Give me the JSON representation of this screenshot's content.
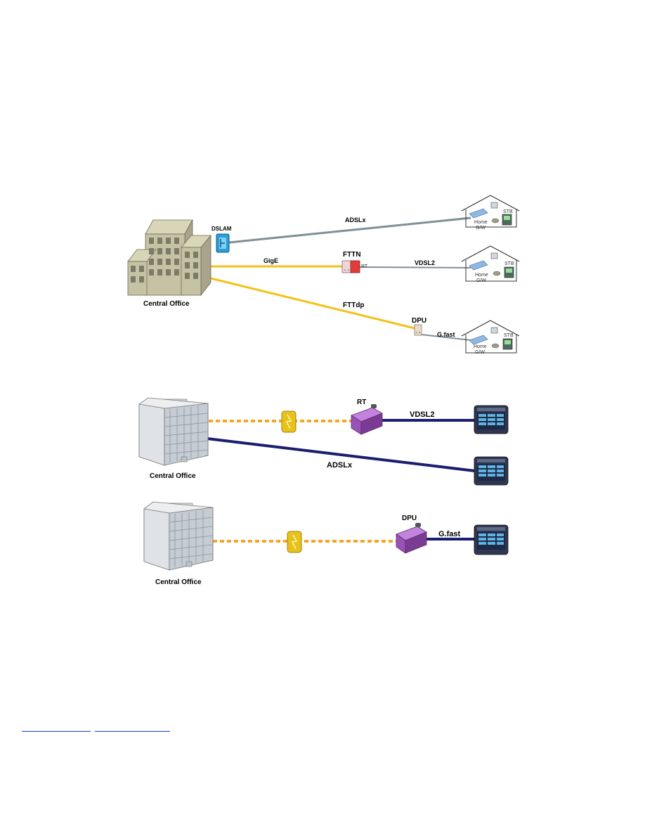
{
  "colors": {
    "copper_line": "#7f8f98",
    "fiber_line": "#f3c21b",
    "dark_line": "#1b1e6e",
    "dotted_fiber": "#f5a623",
    "building_top": "#d9d6b8",
    "building_side": "#a8a38a",
    "building_window": "#7c7b68",
    "dslam_blue": "#2a9fd6",
    "fttn_red": "#e23b3b",
    "rt_purple": "#9b52b6",
    "cabinet_yellow": "#e7c21a",
    "link_blue": "#1a3fd1"
  },
  "diagram_top": {
    "central_office_label": "Central Office",
    "dslam_label": "DSLAM",
    "fttn_label": "FTTN",
    "rt_label": "RT",
    "dpu_label": "DPU",
    "links": {
      "adslx": "ADSLx",
      "gige": "GigE",
      "vdsl2": "VDSL2",
      "fttdp": "FTTdp",
      "gfast": "G.fast"
    },
    "home": {
      "stb_label": "STB",
      "gw_line1": "Home",
      "gw_line2": "G/W"
    }
  },
  "diagram_mid": {
    "central_office_label": "Central Office",
    "rt_label": "RT",
    "vdsl2_label": "VDSL2",
    "adslx_label": "ADSLx"
  },
  "diagram_bottom": {
    "central_office_label": "Central Office",
    "dpu_label": "DPU",
    "gfast_label": "G.fast"
  }
}
